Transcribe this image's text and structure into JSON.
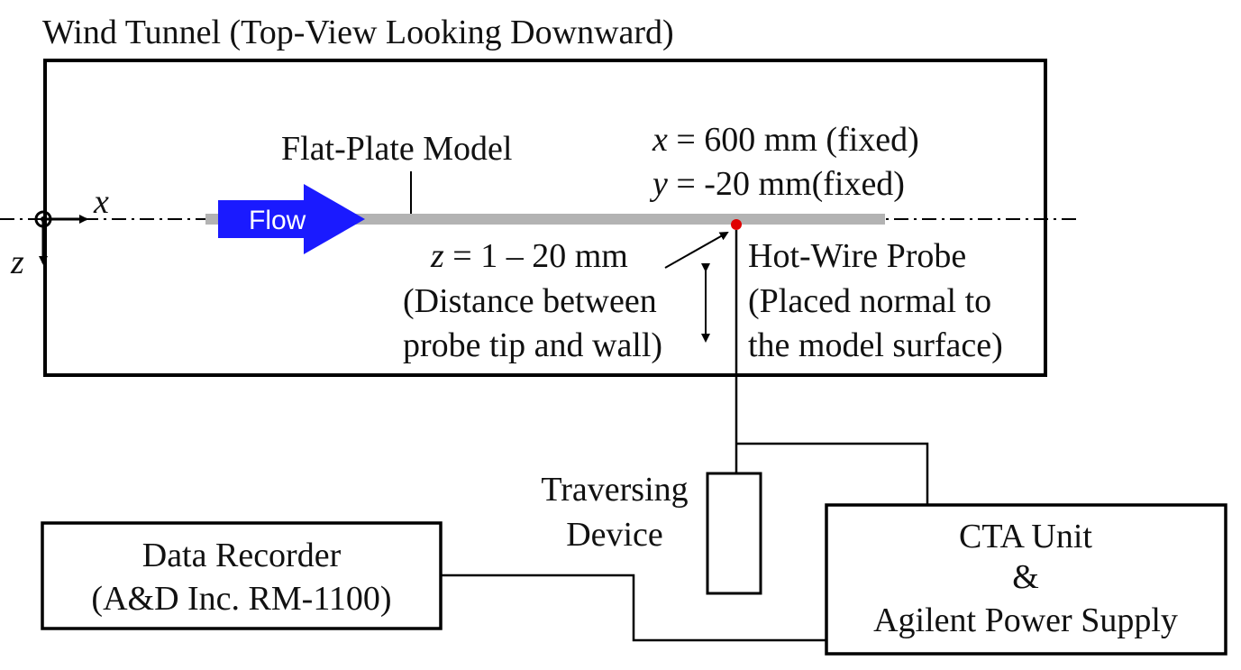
{
  "title": "Wind Tunnel (Top-View Looking Downward)",
  "axes": {
    "x": "x",
    "z": "z"
  },
  "flow_label": "Flow",
  "plate_label": "Flat-Plate Model",
  "position": {
    "x_var": "x",
    "x_text": " = 600 mm (fixed)",
    "y_var": "y",
    "y_text": " = -20 mm(fixed)"
  },
  "z_range": {
    "var": "z",
    "text": " = 1 – 20 mm",
    "line1": "(Distance between",
    "line2": "probe tip and wall)"
  },
  "probe": {
    "line1": "Hot-Wire Probe",
    "line2": "(Placed normal to",
    "line3": "the model surface)"
  },
  "traversing": {
    "line1": "Traversing",
    "line2": "Device"
  },
  "recorder": {
    "line1": "Data Recorder",
    "line2": "(A&D Inc. RM-1100)"
  },
  "cta": {
    "line1": "CTA Unit",
    "line2": "&",
    "line3": "Agilent Power Supply"
  },
  "colors": {
    "flow_arrow": "#1a1aff",
    "plate": "#b3b3b3",
    "probe_tip": "#e00000",
    "lines": "#000000"
  }
}
